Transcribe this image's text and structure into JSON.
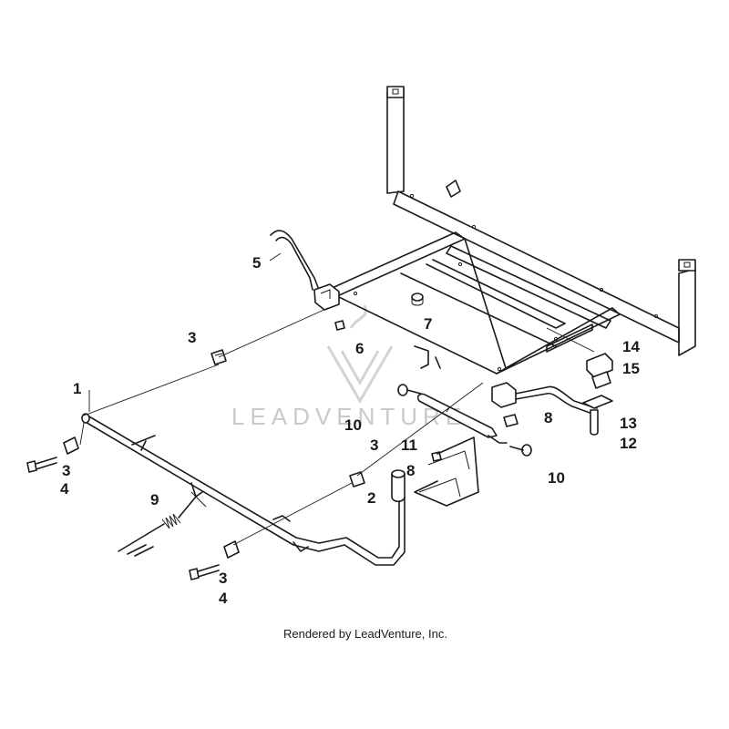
{
  "watermark": {
    "text": "LEADVENTURE"
  },
  "credit": {
    "text": "Rendered by LeadVenture, Inc."
  },
  "callouts": {
    "c1": "1",
    "c2": "2",
    "c3a": "3",
    "c3b": "3",
    "c3c": "3",
    "c3d": "3",
    "c4a": "4",
    "c4b": "4",
    "c5": "5",
    "c6": "6",
    "c7": "7",
    "c8a": "8",
    "c8b": "8",
    "c9": "9",
    "c10a": "10",
    "c10b": "10",
    "c11": "11",
    "c12": "12",
    "c13": "13",
    "c14": "14",
    "c15": "15"
  },
  "colors": {
    "line": "#1a1a1a",
    "watermark": "#c9c9c9",
    "background": "#ffffff"
  }
}
